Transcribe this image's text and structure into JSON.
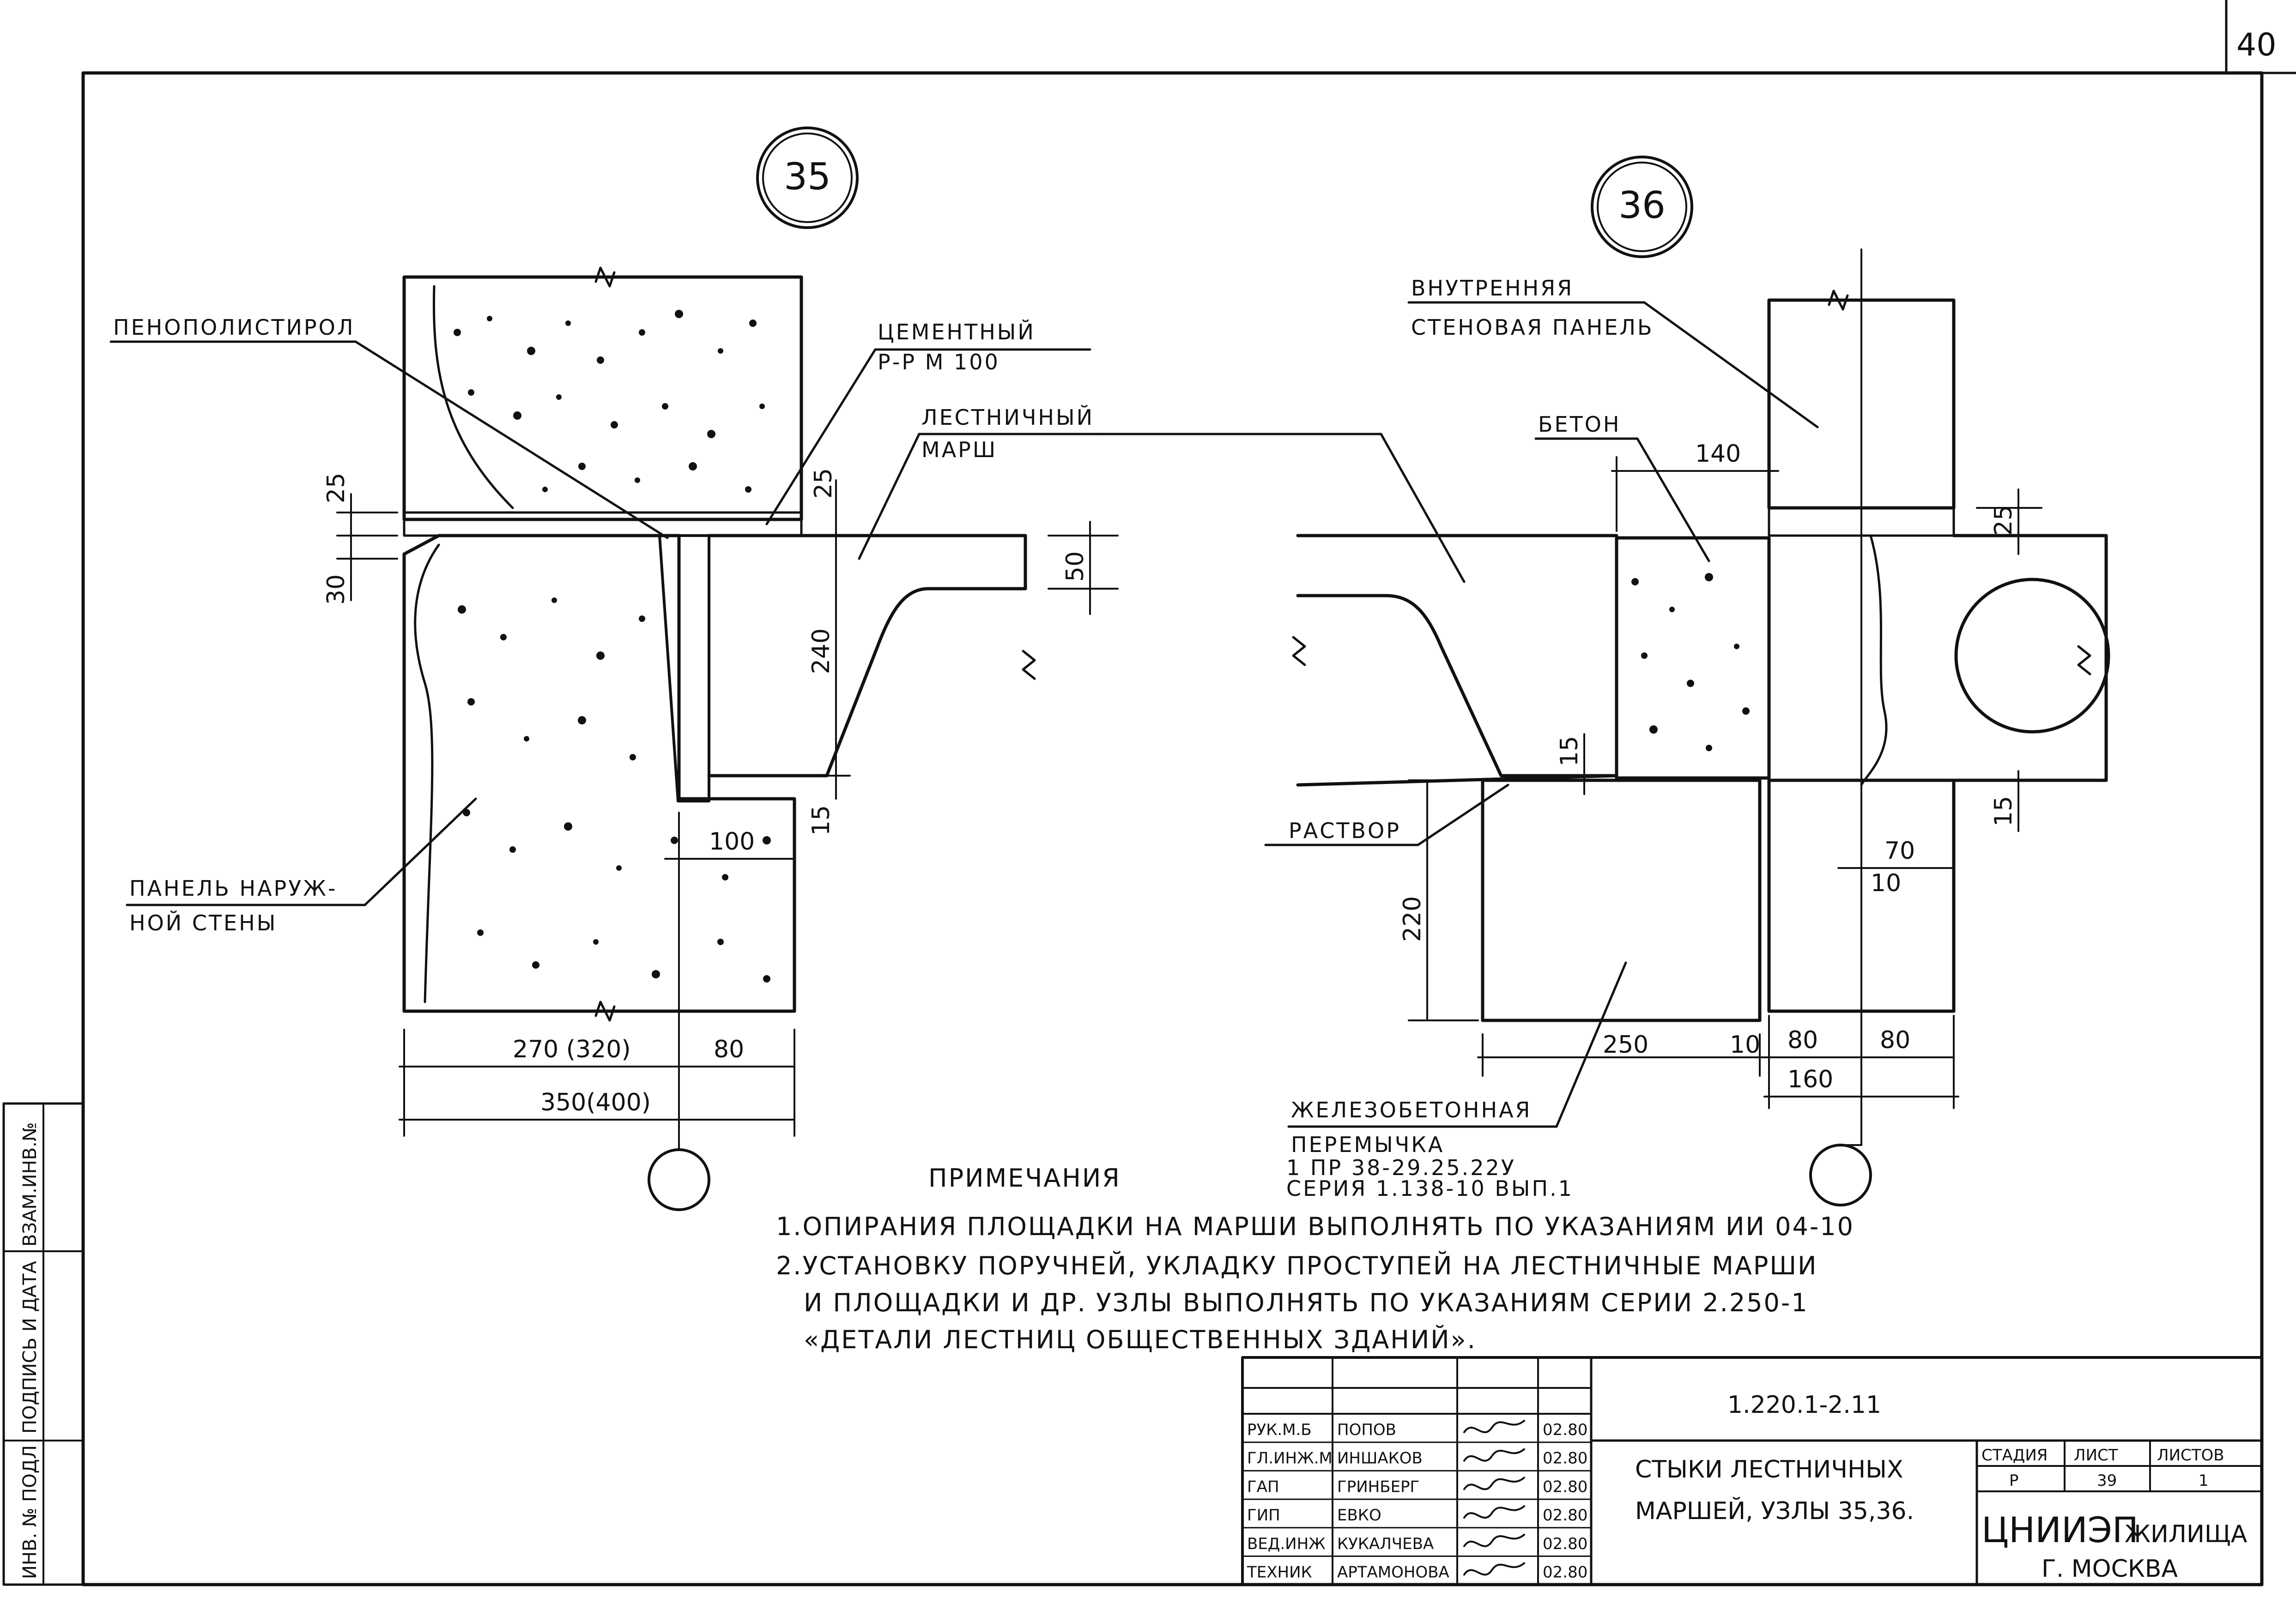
{
  "sheet_corner": "40",
  "node_35": {
    "marker": "35",
    "labels": {
      "foam": "ПЕНОПОЛИСТИРОЛ",
      "mortar_line1": "ЦЕМЕНТНЫЙ",
      "mortar_line2": "Р-Р   М 100",
      "flight_line1": "ЛЕСТНИЧНЫЙ",
      "flight_line2": "МАРШ",
      "panel_line1": "ПАНЕЛЬ НАРУЖ-",
      "panel_line2": "НОЙ СТЕНЫ"
    },
    "dims": {
      "d25a": "25",
      "d30": "30",
      "d25b": "25",
      "d240": "240",
      "d50": "50",
      "d15": "15",
      "d100": "100",
      "d270": "270 (320)",
      "d80": "80",
      "d350": "350(400)"
    }
  },
  "node_36": {
    "marker": "36",
    "labels": {
      "inner_line1": "ВНУТРЕННЯЯ",
      "inner_line2": "СТЕНОВАЯ ПАНЕЛЬ",
      "concrete": "БЕТОН",
      "mortar": "РАСТВОР",
      "lintel_line1": "ЖЕЛЕЗОБЕТОННАЯ",
      "lintel_line2": "ПЕРЕМЫЧКА",
      "lintel_line3": "1 ПР 38-29.25.22У",
      "lintel_line4": "СЕРИЯ 1.138-10 ВЫП.1"
    },
    "dims": {
      "d140": "140",
      "d25": "25",
      "d15a": "15",
      "d220": "220",
      "d250": "250",
      "d10a": "10",
      "d80a": "80",
      "d80b": "80",
      "d160": "160",
      "d70": "70",
      "d10b": "10",
      "d15b": "15"
    }
  },
  "notes": {
    "heading": "ПРИМЕЧАНИЯ",
    "line1": "1.ОПИРАНИЯ ПЛОЩАДКИ НА МАРШИ ВЫПОЛНЯТЬ ПО УКАЗАНИЯМ ИИ 04-10",
    "line2": "2.УСТАНОВКУ ПОРУЧНЕЙ, УКЛАДКУ ПРОСТУПЕЙ НА ЛЕСТНИЧНЫЕ МАРШИ",
    "line3": "И ПЛОЩАДКИ И ДР. УЗЛЫ ВЫПОЛНЯТЬ ПО УКАЗАНИЯМ СЕРИИ 2.250-1",
    "line4": "«ДЕТАЛИ ЛЕСТНИЦ ОБЩЕСТВЕННЫХ ЗДАНИЙ»."
  },
  "side_stamp": {
    "inv_podl": "ИНВ. № ПОДЛ",
    "podpis_data": "ПОДПИСЬ И ДАТА",
    "vzam_inv": "ВЗАМ.ИНВ.№"
  },
  "title_block": {
    "doc_code": "1.220.1-2.11",
    "title_line1": "СТЫКИ  ЛЕСТНИЧНЫХ",
    "title_line2": "МАРШЕЙ,  УЗЛЫ  35,36.",
    "stage_header": "СТАДИЯ",
    "sheet_header": "ЛИСТ",
    "sheets_header": "ЛИСТОВ",
    "stage": "Р",
    "sheet": "39",
    "sheets": "1",
    "org": "ЦНИИЭП",
    "org_suffix": "ЖИЛИЩА",
    "city": "Г. МОСКВА",
    "staff": [
      {
        "role": "РУК.М.Б",
        "name": "ПОПОВ",
        "date": "02.80"
      },
      {
        "role": "ГЛ.ИНЖ.М",
        "name": "ИНШАКОВ",
        "date": "02.80"
      },
      {
        "role": "ГАП",
        "name": "ГРИНБЕРГ",
        "date": "02.80"
      },
      {
        "role": "ГИП",
        "name": "ЕВКО",
        "date": "02.80"
      },
      {
        "role": "ВЕД.ИНЖ",
        "name": "КУКАЛЧЕВА",
        "date": "02.80"
      },
      {
        "role": "ТЕХНИК",
        "name": "АРТАМОНОВА",
        "date": "02.80"
      }
    ]
  }
}
